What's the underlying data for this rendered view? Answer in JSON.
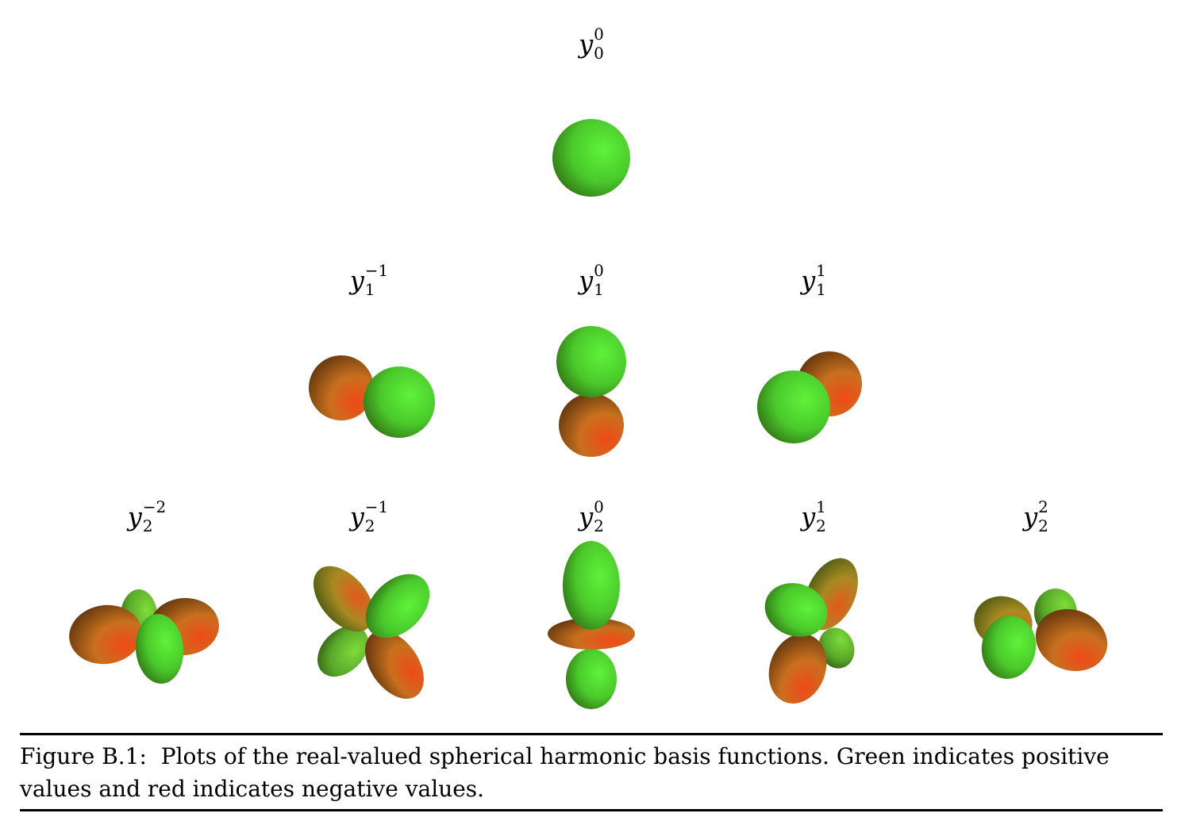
{
  "figure": {
    "caption": {
      "label": "Figure B.1:",
      "text": "Plots of the real-valued spherical harmonic basis functions. Green indicates positive values and red indicates negative values."
    },
    "colors": {
      "positive": "#5ae83a",
      "negative": "#e25a1f",
      "background": "#ffffff",
      "rule": "#000000"
    },
    "rows": [
      {
        "degree": "0",
        "functions": [
          {
            "symbol": "y",
            "subscript": "0",
            "superscript": "0"
          }
        ]
      },
      {
        "degree": "1",
        "functions": [
          {
            "symbol": "y",
            "subscript": "1",
            "superscript": "−1"
          },
          {
            "symbol": "y",
            "subscript": "1",
            "superscript": "0"
          },
          {
            "symbol": "y",
            "subscript": "1",
            "superscript": "1"
          }
        ]
      },
      {
        "degree": "2",
        "functions": [
          {
            "symbol": "y",
            "subscript": "2",
            "superscript": "−2"
          },
          {
            "symbol": "y",
            "subscript": "2",
            "superscript": "−1"
          },
          {
            "symbol": "y",
            "subscript": "2",
            "superscript": "0"
          },
          {
            "symbol": "y",
            "subscript": "2",
            "superscript": "1"
          },
          {
            "symbol": "y",
            "subscript": "2",
            "superscript": "2"
          }
        ]
      }
    ]
  }
}
